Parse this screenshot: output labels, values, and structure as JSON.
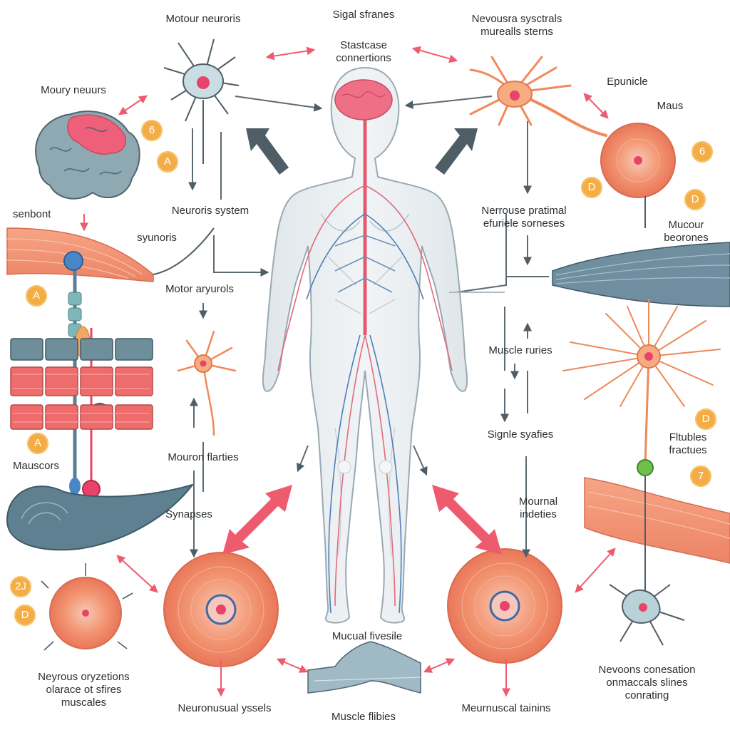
{
  "labels": {
    "motor_neurons": "Motour neuroris",
    "signal_strands": "Sigal sfranes",
    "synapse_connections": "Stastcase\nconnertions",
    "nervous_systems": "Nevousra sysctrals\nmurealls sterns",
    "motry_neurs": "Moury neuurs",
    "epunicle": "Epunicle",
    "maus": "Maus",
    "senbont": "senbont",
    "synuroris": "syunoris",
    "neurois_system": "Neuroris system",
    "nervous_pratimal": "Nerrouse pratimal\nefuriele sorneses",
    "mucour_beorones": "Mucour\nbeorones",
    "motor_aryurols": "Motor aryurols",
    "muscle_ruries": "Muscle ruries",
    "mouron_flarties": "Mouron flarties",
    "signle_syanes": "Signle syafies",
    "flaubles_fractuses": "Fltubles\nfractues",
    "mauscors": "Mauscors",
    "synapses": "Synapses",
    "mournal_ndeties": "Mournal\nindeties",
    "mucual_fivesile": "Mucual fivesile",
    "neyrous_oryzetions": "Neyrous oryzetions\nolarace ot sfires\nmuscales",
    "neuronusal_yssels": "Neuronusual yssels",
    "muscle_flibies": "Muscle flibies",
    "meurnuscal_tainins": "Meurnuscal tainins",
    "nervoons_conesation": "Nevoons conesation\nonmaccals slines\nconrating"
  },
  "badges": [
    "6",
    "A",
    "6",
    "D",
    "D",
    "A",
    "D",
    "7",
    "2J",
    "D"
  ],
  "colors": {
    "muscle": "#f08a6a",
    "muscle_light": "#f6b89f",
    "nerve_blue": "#5a7f95",
    "neuron_body": "#f7e2c8",
    "neuron_orange": "#f29a6b",
    "nucleus": "#e8436a",
    "arrow_pink": "#ee5b6f",
    "arrow_dark": "#4f5e66",
    "badge": "#f4ad44",
    "brain_pink": "#ee5f7a",
    "brain_blue": "#8fa9b3",
    "body_outline": "#9aa9b2"
  }
}
